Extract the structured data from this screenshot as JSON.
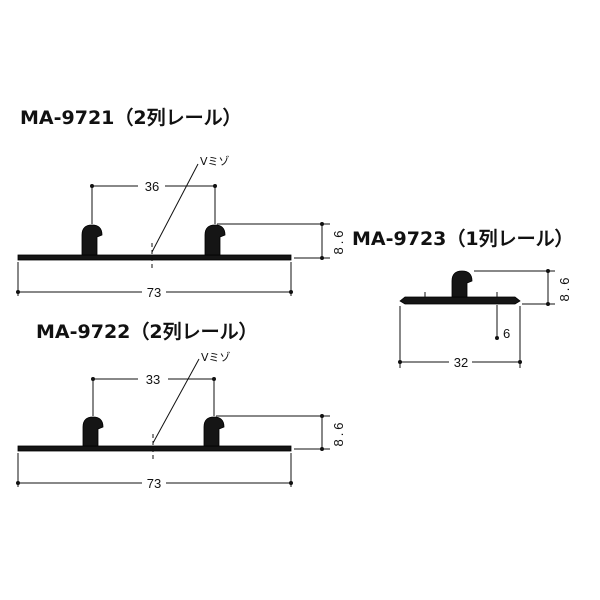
{
  "profiles": [
    {
      "id": "ma9721",
      "title": "MA-9721（2列レール）",
      "dim_spacing": "36",
      "dim_width": "73",
      "dim_height": "8.6",
      "groove_note": "Vミゾ"
    },
    {
      "id": "ma9722",
      "title": "MA-9722（2列レール）",
      "dim_spacing": "33",
      "dim_width": "73",
      "dim_height": "8.6",
      "groove_note": "Vミゾ"
    },
    {
      "id": "ma9723",
      "title": "MA-9723（1列レール）",
      "dim_height": "8.6",
      "dim_offset": "6",
      "dim_width": "32"
    }
  ]
}
